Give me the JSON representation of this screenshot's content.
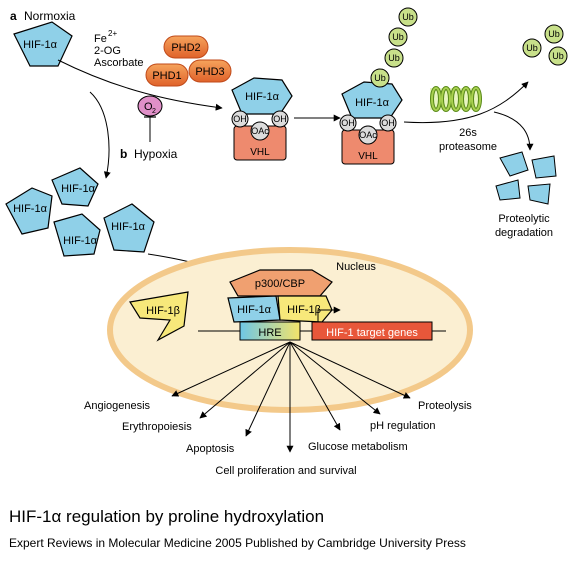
{
  "panel_a": {
    "letter": "a",
    "label": "Normoxia"
  },
  "panel_b": {
    "letter": "b",
    "label": "Hypoxia"
  },
  "cofactors": {
    "fe": "Fe",
    "fe_sup": "2+",
    "og": "2-OG",
    "ascorbate": "Ascorbate"
  },
  "oxygen": {
    "label": "O",
    "sub": "2"
  },
  "enzymes": {
    "phd1": "PHD1",
    "phd2": "PHD2",
    "phd3": "PHD3"
  },
  "hif1a": "HIF-1α",
  "hif1b": "HIF-1β",
  "hydroxyl": "OH",
  "acetyl": "OAc",
  "vhl": "VHL",
  "ubiquitin": "Ub",
  "proteasome": {
    "line1": "26s",
    "line2": "proteasome"
  },
  "degradation": {
    "line1": "Proteolytic",
    "line2": "degradation"
  },
  "nucleus": "Nucleus",
  "coactivator": "p300/CBP",
  "hre": "HRE",
  "target_genes": "HIF-1 target genes",
  "outcomes": {
    "angiogenesis": "Angiogenesis",
    "erythropoiesis": "Erythropoiesis",
    "apoptosis": "Apoptosis",
    "cell_proliferation": "Cell proliferation and survival",
    "glucose": "Glucose metabolism",
    "ph": "pH regulation",
    "proteolysis": "Proteolysis"
  },
  "caption": {
    "title": "HIF-1α regulation by proline hydroxylation",
    "credit": "Expert Reviews in Molecular Medicine 2005 Published by Cambridge University Press"
  },
  "colors": {
    "hif_blue": "#8fd0e8",
    "hif_beta_yellow": "#f7e87a",
    "phd_orange": "#f08a3c",
    "vhl_salmon": "#ee8a6e",
    "ub_green": "#c8e08a",
    "target_red": "#e8573a",
    "nucleus_fill": "#fbefd2",
    "nucleus_border": "#f3c98a",
    "oxygen_pink": "#e090c8",
    "coactivator": "#f0a070"
  }
}
